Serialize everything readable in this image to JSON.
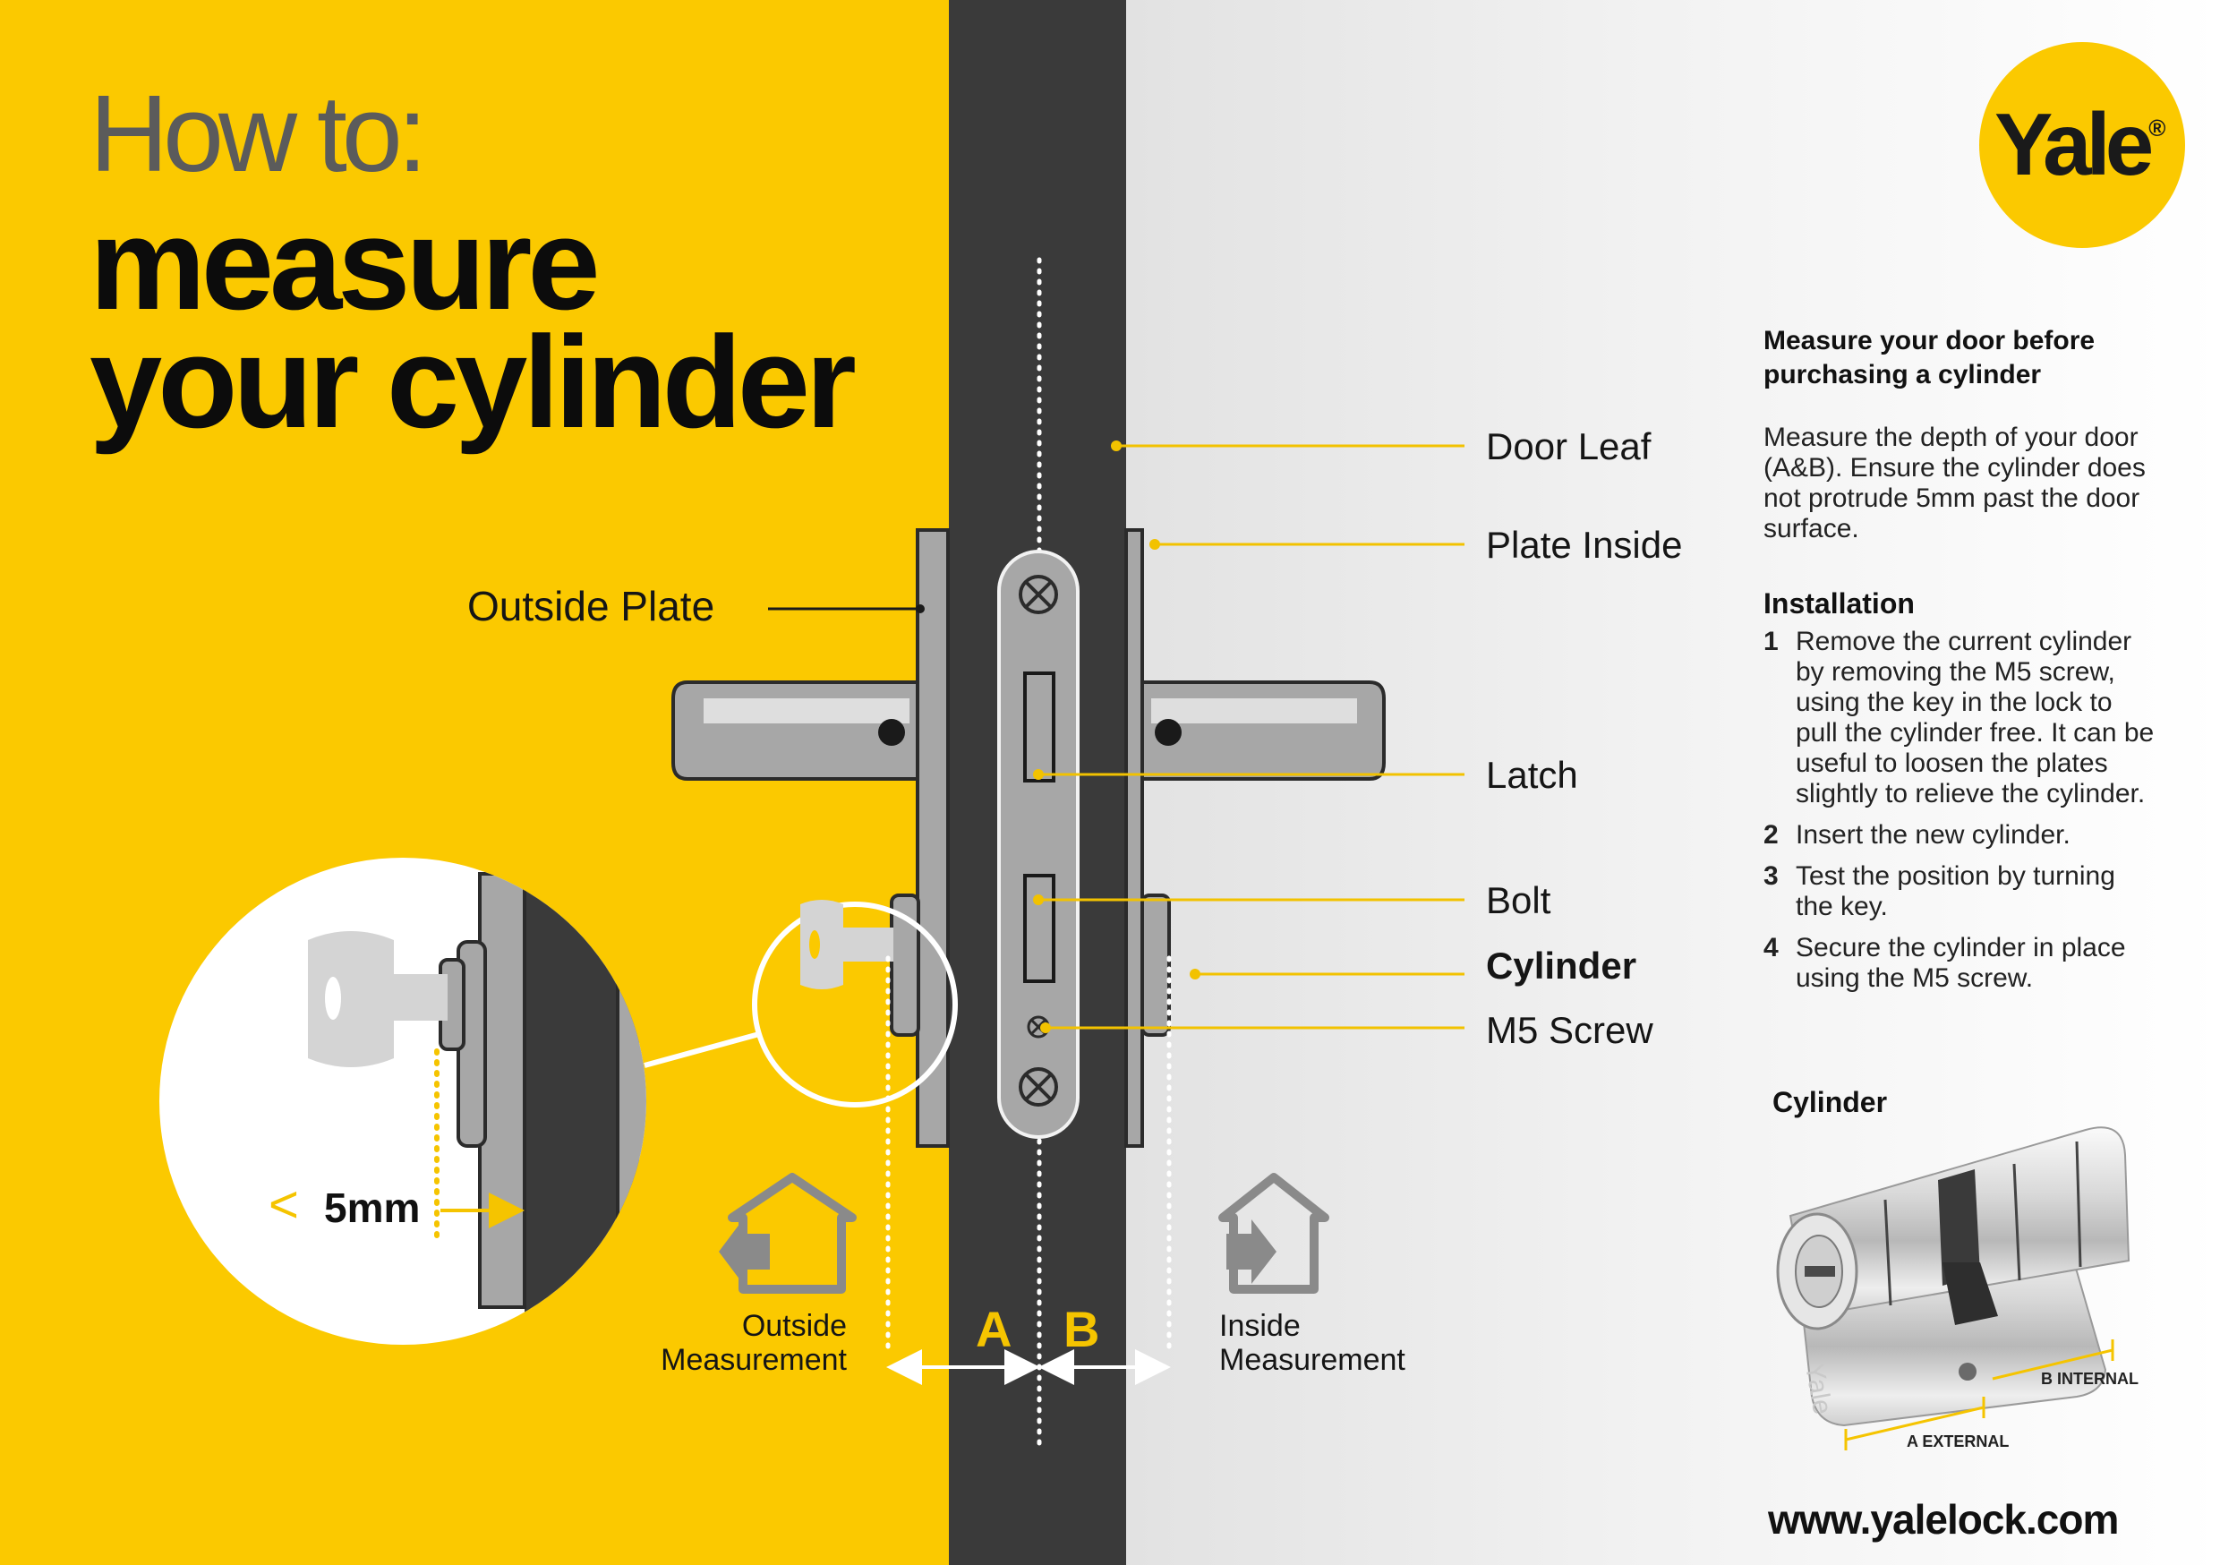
{
  "title": {
    "line1": "How to:",
    "line2": "measure",
    "line3": "your cylinder"
  },
  "brand": {
    "logo_text": "Yale",
    "registered_mark": "®",
    "url": "www.yalelock.com"
  },
  "labels": {
    "outside_plate": "Outside Plate",
    "door_leaf": "Door Leaf",
    "plate_inside": "Plate Inside",
    "latch": "Latch",
    "bolt": "Bolt",
    "cylinder": "Cylinder",
    "m5_screw": "M5 Screw"
  },
  "measurements": {
    "outside_line1": "Outside",
    "outside_line2": "Measurement",
    "inside_line1": "Inside",
    "inside_line2": "Measurement",
    "a": "A",
    "b": "B",
    "protrude_symbol": "<",
    "protrude_value": "5mm"
  },
  "sidebar": {
    "heading": "Measure your door before purchasing a cylinder",
    "intro": "Measure the depth of your door (A&B). Ensure the cylinder does not protrude 5mm past the door surface.",
    "installation_heading": "Installation",
    "steps": [
      {
        "num": "1",
        "text": "Remove the current cylinder by removing the M5 screw, using the key in the lock to pull the cylinder free. It can be useful to loosen the plates slightly to relieve the cylinder."
      },
      {
        "num": "2",
        "text": "Insert the new cylinder."
      },
      {
        "num": "3",
        "text": "Test the position by turning the key."
      },
      {
        "num": "4",
        "text": "Secure the cylinder in place using the M5 screw."
      }
    ],
    "cylinder_heading": "Cylinder",
    "cylinder_engraving": "Yale",
    "a_external": "A EXTERNAL",
    "b_internal": "B INTERNAL"
  },
  "colors": {
    "yellow": "#fbc900",
    "door": "#3a3a3a",
    "light_grey": "#e6e6e6",
    "metal": "#a7a7a7",
    "accent_line": "#f2c200"
  }
}
